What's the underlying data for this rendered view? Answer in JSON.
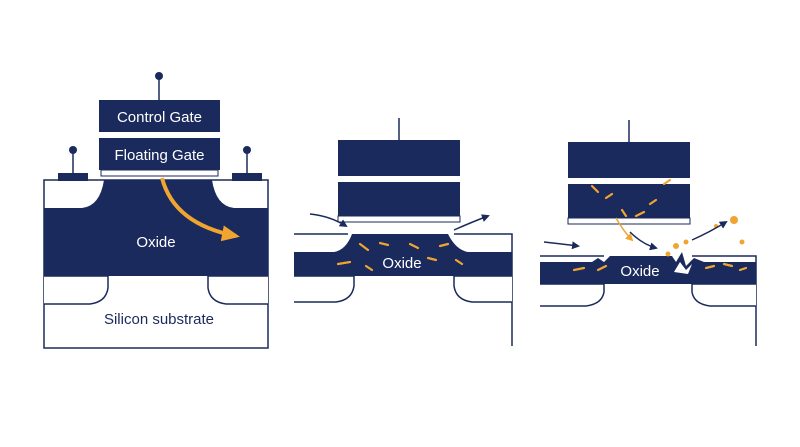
{
  "colors": {
    "navy": "#1b2a5c",
    "accent": "#f0a530",
    "background": "#ffffff"
  },
  "panel1": {
    "control_gate_label": "Control Gate",
    "floating_gate_label": "Floating Gate",
    "oxide_label": "Oxide",
    "substrate_label": "Silicon substrate"
  },
  "panel2": {
    "oxide_label": "Oxide"
  },
  "panel3": {
    "oxide_label": "Oxide"
  }
}
